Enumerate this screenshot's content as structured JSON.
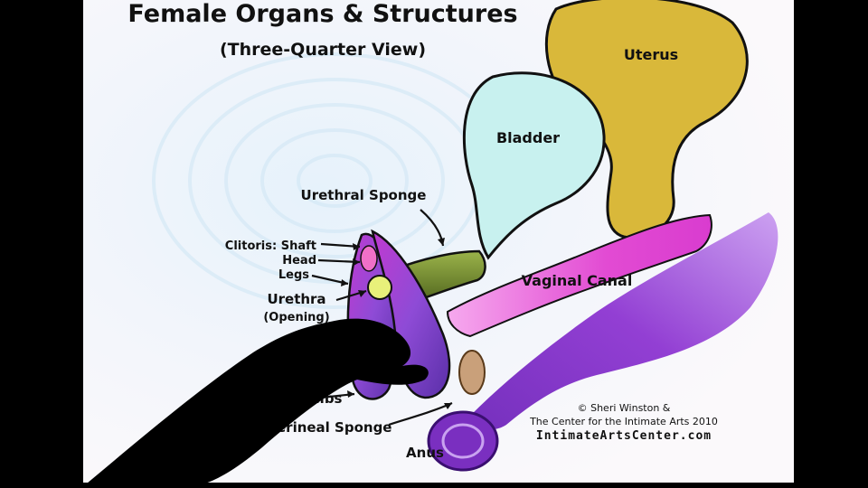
{
  "title": "Female Organs & Structures",
  "subtitle": "(Three-Quarter View)",
  "labels": {
    "uterus": "Uterus",
    "bladder": "Bladder",
    "urethral_sponge": "Urethral Sponge",
    "clitoris_shaft": "Clitoris: Shaft",
    "head": "Head",
    "legs": "Legs",
    "urethra": "Urethra",
    "urethra_opening": "(Opening)",
    "vaginal_canal": "Vaginal Canal",
    "bulbs": "ulbs",
    "perineal_sponge": "Perineal Sponge",
    "anus": "Anus"
  },
  "credit": {
    "line1": "© Sheri Winston &",
    "line2": "The Center for the Intimate Arts 2010",
    "site": "IntimateArtsCenter.com"
  },
  "colors": {
    "background": "#000000",
    "screen": "#f4f6fb",
    "uterus": "#d9b83a",
    "bladder": "#c8f1ef",
    "vaginal_canal": "#e24bd3",
    "rectum": "#8a2fd0",
    "sponge": "#6f8a2a"
  }
}
